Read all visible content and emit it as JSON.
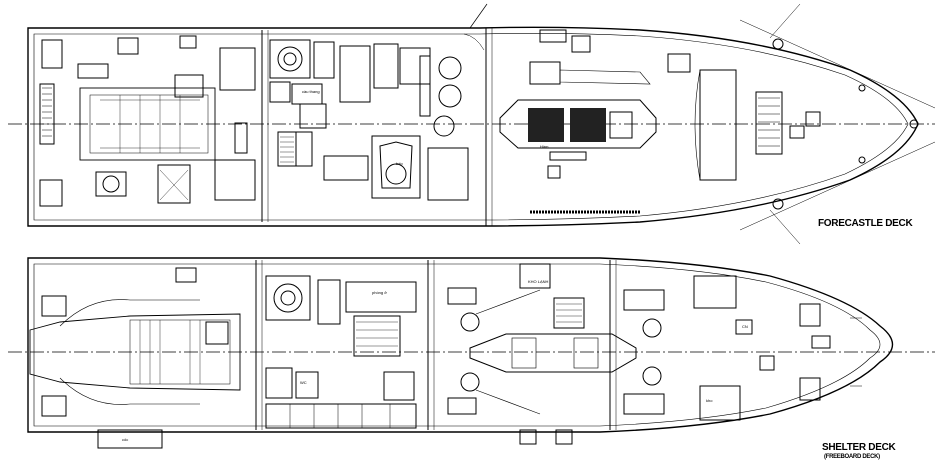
{
  "diagram": {
    "upper_deck_label": "FORECASTLE DECK",
    "lower_deck_label": "SHELTER DECK",
    "lower_deck_sublabel": "(FREEBOARD DECK)",
    "line_color": "#000000",
    "background": "#ffffff",
    "room_labels": [
      "bếp",
      "KHO LẠNH",
      "cầu thang",
      "kho",
      "phòng ở",
      "WC",
      "CN",
      "Hầm",
      "cốc"
    ]
  }
}
